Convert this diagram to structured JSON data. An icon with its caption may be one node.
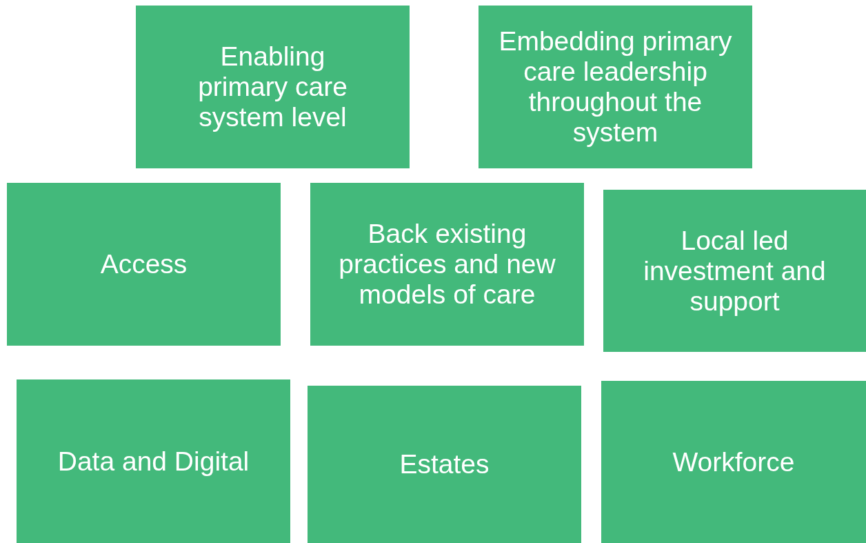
{
  "diagram": {
    "nodes": [
      {
        "text": [
          "Enabling primary care system level"
        ]
      },
      {
        "text": [
          "Embedding primary care leadership throughout the system"
        ]
      },
      {
        "text": [
          "Access"
        ]
      },
      {
        "text": [
          "Back existing practices and new models of care"
        ]
      },
      {
        "text": [
          "Local led investment and support"
        ]
      },
      {
        "text": [
          "Data and Digital"
        ]
      },
      {
        "text": [
          "Estates"
        ]
      },
      {
        "text": [
          "Workforce"
        ]
      }
    ]
  }
}
